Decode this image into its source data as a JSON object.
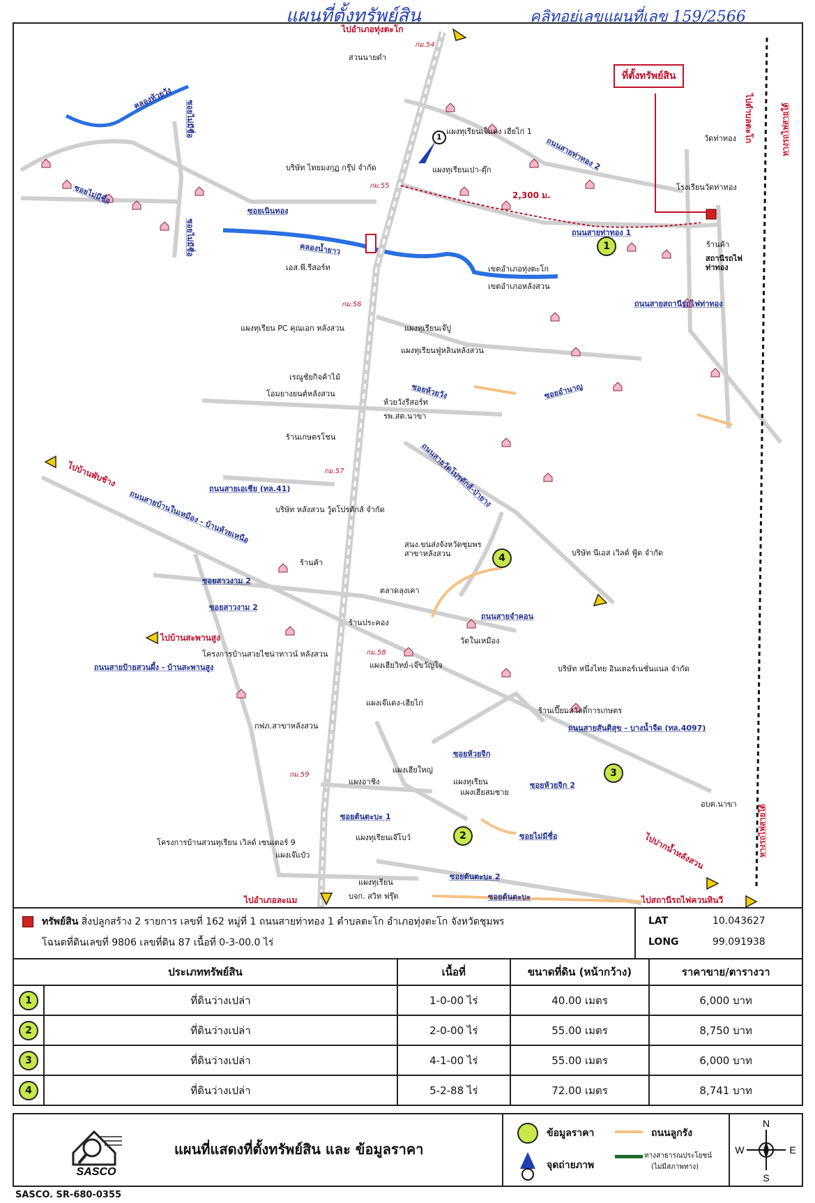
{
  "header": {
    "title_handwritten": "แผนที่ตั้งทรัพย์สิน",
    "note_handwritten": "คลิทอยู่เลขแผนที่เลข 159/2566"
  },
  "map": {
    "asset_label": "ที่ตั้งทรัพย์สิน",
    "photo_point": "1",
    "distance_label": "2,300 ม.",
    "directions": {
      "north": "ไปอำเภอทุ่งตะโก",
      "south": "ไปอำเภอละแม",
      "west_upper": "ไปบ้านพับช้าง",
      "west_lower": "ไปบ้านสะพานสูง",
      "southeast": "ไปปากน้ำหลังสวน",
      "south_east_bottom": "ไปสถานีรถไฟควนหินวี",
      "northeast_rail": "ไปตำบลตะโก"
    },
    "roads": {
      "r1": "ถนนสายท่าทอง 1",
      "r2": "ถนนสายท่าทอง 2",
      "station": "ถนนสายสถานีรถไฟท่าทอง",
      "asia": "ถนนสายเอเชีย (ทล.41)",
      "ban_nai": "ถนนสายบ้านในเหมือง - บ้านห้วยเหนือ",
      "pattana": "ถนนสายป้ายสวนผึ้ง - บ้านสะพานสูง",
      "sansuk": "ถนนสายสันติสุข - บางน้ำจืด (ทล.4097)",
      "jakon": "ถนนสายจำคอน",
      "uthit": "ถนนสายวัดโปรดักส์-ป่ายาง",
      "soi_nernthong": "ซอยเนินทอง",
      "soi_noname1": "ซอยไม่มีชื่อ",
      "soi_noname2": "ซอยไม่มีชื่อ",
      "soi_noname3": "ซอยไม่มีชื่อ",
      "soi_huaywang": "ซอยห้วยวัง",
      "soi_sawngam2": "ซอยสาวงาม 2",
      "soi_sawngam3": "ซอยสาวงาม 2",
      "soi_huaijik": "ซอยห้วยจิก",
      "soi_huaijik2": "ซอยห้วยจิก 2",
      "soi_tontakaba1": "ซอยต้นตะบะ 1",
      "soi_tontakaba2": "ซอยต้นตะบะ 2",
      "soi_tontakaba": "ซอยต้นตะบะ",
      "soi_noname_s": "ซอยไม่มีชื่อ",
      "soi_amnuay": "ซอยอำนาญ",
      "rail_label_top": "ทางรถไฟสายใต้",
      "rail_label_bot": "ทางรถไฟสายใต้",
      "canal": "คลองน้ำยาว",
      "canal_top": "คลองห้วยวัง"
    },
    "places": {
      "suan_nai_dam": "สวนนายดำ",
      "km54": "กม.54",
      "km55": "กม.55",
      "km56": "กม.56",
      "km57": "กม.57",
      "km58": "กม.58",
      "km59": "กม.59",
      "durian_jeng": "แผงทุเรียนเจ็แดง เฮียไก่ 1",
      "thai_mongkol": "บริษัท ไทยมงกุฏ กรุ๊ป จำกัด",
      "durian_pao": "แผงทุเรียนเปา-ตุ๊ก",
      "wat_tha_thong": "วัดท่าทอง",
      "school_wat": "โรงเรียนวัดท่าทอง",
      "shop_station": "ร้านค้า",
      "station": "สถานีรถไฟ ท่าทอง",
      "s_resort": "เอส.พี.รีสอร์ท",
      "boundary_tung": "เขตอำเภอทุ่งตะโก",
      "boundary_lang": "เขตอำเภอหลังสวน",
      "durian_pc": "แผงทุเรียน PC คุณเอก หลังสวน",
      "durian_jew": "แผงทุเรียนเจ๊ปู",
      "durian_fu": "แผงทุเรียนฟู่หลินหลังสวน",
      "wood_shop": "เรณูชัยกิจค้าไม้",
      "tire_shop": "โอมยางยนต์หลังสวน",
      "hwai_resort": "ห้วยวังรีสอร์ท",
      "hospital": "รพ.สต.นาขา",
      "farm_shop": "ร้านเกษตรโชน",
      "wat_prod": "บริษัท หลังสวน วู้ดโปรดักส์ จำกัด",
      "post_office": "สนง.ขนส่งจังหวัดชุมพร สาขาหลังสวน",
      "nes_world": "บริษัท นีเอส เวิลด์ ฟู้ด จำกัด",
      "shop_k": "ร้านค้า",
      "market": "ตลาดลุงเคา",
      "prakong": "ร้านประคอง",
      "wat_nai_mueang": "วัดในเหมือง",
      "nong_thai": "บริษัท หนึ่งไทย อินเตอร์เนชั่นแนล จำกัด",
      "project_suay": "โครงการบ้านสวยไชน่าทาวน์ หลังสวน",
      "durian_sia": "แผงเฮียวิทย์-เจ๊ขวัญใจ",
      "durian_jeng2": "แผงเจ๊แดง-เฮียไก่",
      "phoey_shop": "ร้านเปี๊ยมสวัสดิ์การเกษตร",
      "pea": "กฟภ.สาขาหลังสวน",
      "big_durian": "แผงเฮียใหญ่",
      "durian_b": "แผงทุเรียน",
      "durian_somchai": "แผงเฮียสมชาย",
      "aching": "แผงอาชิง",
      "durian_jieb": "แผงทุเรียนเจ๊โบว์",
      "project_garden": "โครงการบ้านสวนทุเรียน เวิลด์ เซนเตอร์ 9",
      "jeng_pao": "แผงเจ๊แป๋ว",
      "durian_swift_a": "แผงทุเรียน",
      "durian_swift_b": "บจก. สวิท ฟรุ๊ต",
      "obt": "อบต.นาขา"
    },
    "markers": [
      "1",
      "2",
      "3",
      "4"
    ]
  },
  "asset_info": {
    "legend_label": "ทรัพย์สิน",
    "line1": "สิ่งปลูกสร้าง 2 รายการ เลขที่ 162 หมู่ที่ 1 ถนนสายท่าทอง 1 ตำบลตะโก อำเภอทุ่งตะโก จังหวัดชุมพร",
    "line2": "โฉนดที่ดินเลขที่ 9806 เลขที่ดิน 87 เนื้อที่ 0-3-00.0 ไร่",
    "lat_label": "LAT",
    "lat": "10.043627",
    "long_label": "LONG",
    "long": "99.091938"
  },
  "price_table": {
    "headers": [
      "ประเภททรัพย์สิน",
      "เนื้อที่",
      "ขนาดที่ดิน (หน้ากว้าง)",
      "ราคาขาย/ตารางวา"
    ],
    "rows": [
      {
        "no": "1",
        "type": "ที่ดินว่างเปล่า",
        "area": "1-0-00 ไร่",
        "width": "40.00 เมตร",
        "price": "6,000 บาท"
      },
      {
        "no": "2",
        "type": "ที่ดินว่างเปล่า",
        "area": "2-0-00 ไร่",
        "width": "55.00 เมตร",
        "price": "8,750 บาท"
      },
      {
        "no": "3",
        "type": "ที่ดินว่างเปล่า",
        "area": "4-1-00 ไร่",
        "width": "55.00 เมตร",
        "price": "6,000 บาท"
      },
      {
        "no": "4",
        "type": "ที่ดินว่างเปล่า",
        "area": "5-2-88 ไร่",
        "width": "72.00 เมตร",
        "price": "8,741 บาท"
      }
    ]
  },
  "legend": {
    "logo_text": "SASCO",
    "title": "แผนที่แสดงที่ตั้งทรัพย์สิน และ ข้อมูลราคา",
    "price_info": "ข้อมูลราคา",
    "photo_point": "จุดถ่ายภาพ",
    "laterite_road": "ถนนลูกรัง",
    "public_way": "ทางสาธารณประโยชน์",
    "public_way_note": "(ไม่มีสภาพทาง)",
    "compass": {
      "n": "N",
      "s": "S",
      "e": "E",
      "w": "W"
    }
  },
  "footer": {
    "code": "SASCO. SR-680-0355"
  },
  "colors": {
    "road": "#cfcfcf",
    "canal": "#2a6fe0",
    "route": "#c0102a",
    "rail": "#111111",
    "marker": "#c8e84a",
    "dirt": "#f5c184"
  }
}
